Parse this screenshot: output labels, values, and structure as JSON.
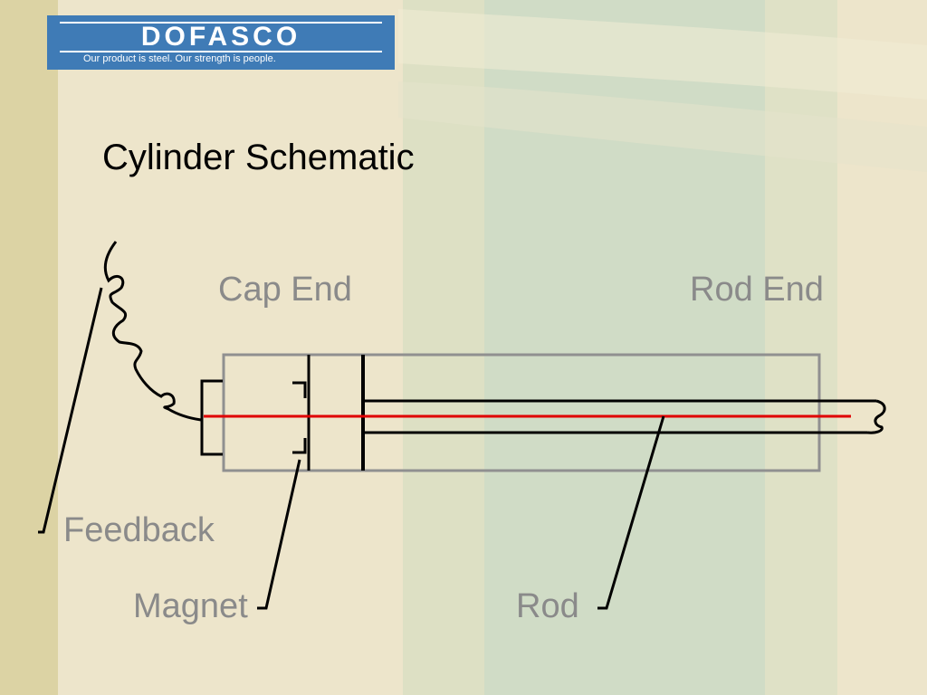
{
  "colors": {
    "background": "#ede5cb",
    "cylinder_outline": "#909090",
    "feedback_line": "#e00000",
    "label_text": "#8a8a8a",
    "logo_background": "#3f7bb6"
  },
  "logo": {
    "name": "DOFASCO",
    "tagline": "Our product is steel. Our strength is people."
  },
  "slide": {
    "title": "Cylinder Schematic"
  },
  "diagram": {
    "labels": {
      "cap_end": "Cap End",
      "rod_end": "Rod End",
      "feedback": "Feedback",
      "magnet": "Magnet",
      "rod": "Rod"
    }
  }
}
